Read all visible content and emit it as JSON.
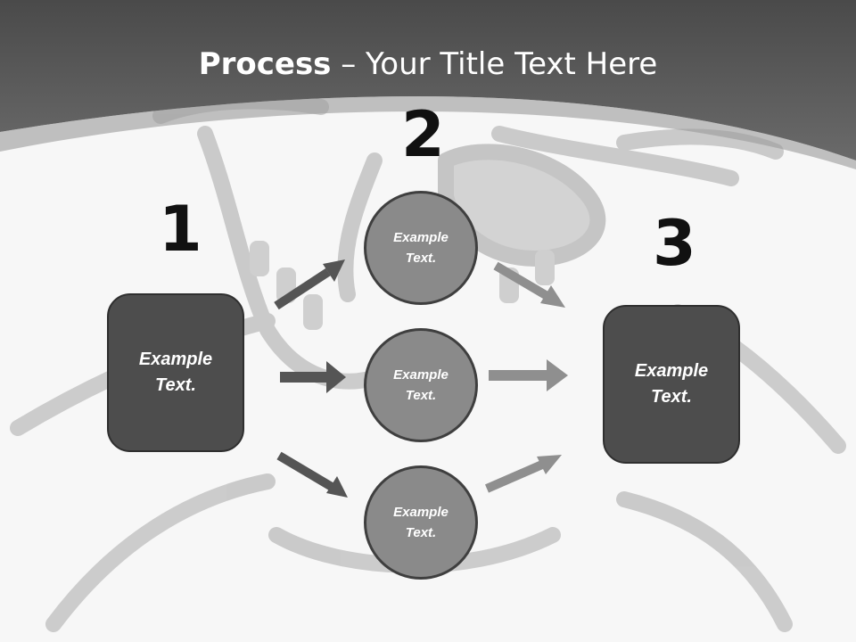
{
  "title": {
    "bold": "Process",
    "rest": " – Your Title Text Here"
  },
  "steps": {
    "one": "1",
    "two": "2",
    "three": "3"
  },
  "left_box": {
    "line1": "Example",
    "line2": "Text."
  },
  "right_box": {
    "line1": "Example",
    "line2": "Text."
  },
  "circles": [
    {
      "line1": "Example",
      "line2": "Text."
    },
    {
      "line1": "Example",
      "line2": "Text."
    },
    {
      "line1": "Example",
      "line2": "Text."
    }
  ],
  "colors": {
    "header": "#555555",
    "box": "#4d4d4d",
    "circle": "#8a8a8a",
    "arrow_dark": "#555555",
    "arrow_light": "#8f8f8f"
  }
}
